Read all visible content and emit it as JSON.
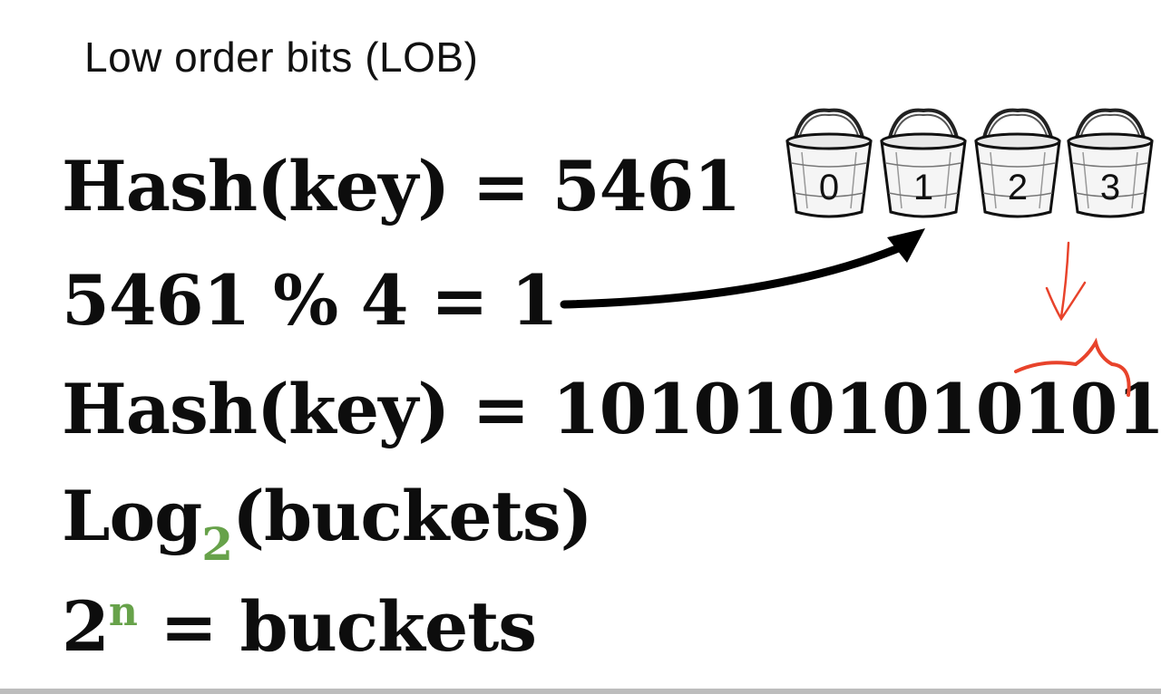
{
  "title": "Low order bits (LOB)",
  "lines": {
    "hash_decimal": "Hash(key) = 5461",
    "modulo": "5461 % 4 = 1",
    "hash_binary": "Hash(key) = 1010101010101",
    "log_prefix": "Log",
    "log_sub": "2",
    "log_suffix": "(buckets)",
    "pow_base": "2",
    "pow_exp": "n",
    "pow_suffix": " = buckets"
  },
  "buckets": [
    "0",
    "1",
    "2",
    "3"
  ],
  "colors": {
    "text": "#0d0d0d",
    "accent_green": "#67a24a",
    "annotation_red": "#e8432b",
    "arrow": "#000000"
  },
  "icons": [
    "bucket-icon",
    "curved-arrow",
    "red-down-arrow",
    "red-brace"
  ]
}
